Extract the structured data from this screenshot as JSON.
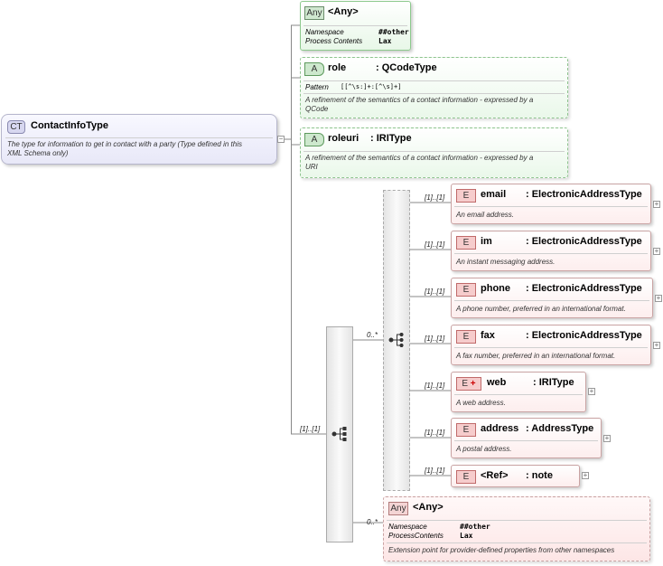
{
  "complex_type": {
    "badge": "CT",
    "name": "ContactInfoType",
    "doc": [
      "The type for information to get in contact with a party (Type defined in this",
      "XML Schema only)"
    ]
  },
  "any_top": {
    "badge": "Any",
    "name": "<Any>",
    "props": [
      {
        "label": "Namespace",
        "value": "##other"
      },
      {
        "label": "Process Contents",
        "value": "Lax"
      }
    ]
  },
  "attr_role": {
    "badge": "A",
    "name": "role",
    "type": ": QCodeType",
    "pattern_label": "Pattern",
    "pattern_value": "[[^\\s:]+:[^\\s]+]",
    "doc": [
      "A refinement of the semantics of a contact information - expressed by a",
      "QCode"
    ]
  },
  "attr_roleuri": {
    "badge": "A",
    "name": "roleuri",
    "type": ": IRIType",
    "doc": [
      "A refinement of the semantics of a contact information - expressed by a",
      "URI"
    ]
  },
  "sequence_mult": "[1]..[1]",
  "choice_mult": "0..*",
  "elements": [
    {
      "badge": "E",
      "name": "email",
      "type": ": ElectronicAddressType",
      "doc": "An email address.",
      "mult": "[1]..[1]"
    },
    {
      "badge": "E",
      "name": "im",
      "type": ": ElectronicAddressType",
      "doc": "An instant messaging address.",
      "mult": "[1]..[1]"
    },
    {
      "badge": "E",
      "name": "phone",
      "type": ": ElectronicAddressType",
      "doc": "A phone number, preferred in an international format.",
      "mult": "[1]..[1]"
    },
    {
      "badge": "E",
      "name": "fax",
      "type": ": ElectronicAddressType",
      "doc": "A fax number, preferred in an international format.",
      "mult": "[1]..[1]"
    },
    {
      "badge": "E",
      "name": "web",
      "type": ": IRIType",
      "doc": "A web address.",
      "mult": "[1]..[1]"
    },
    {
      "badge": "E",
      "name": "address",
      "type": ": AddressType",
      "doc": "A postal address.",
      "mult": "[1]..[1]"
    },
    {
      "badge": "E",
      "name": "<Ref>",
      "type": ": note",
      "doc": "",
      "mult": "[1]..[1]"
    }
  ],
  "any_bottom": {
    "badge": "Any",
    "name": "<Any>",
    "mult": "0..*",
    "props": [
      {
        "label": "Namespace",
        "value": "##other"
      },
      {
        "label": "ProcessContents",
        "value": "Lax"
      }
    ],
    "doc": "Extension point for provider-defined properties from other namespaces"
  }
}
